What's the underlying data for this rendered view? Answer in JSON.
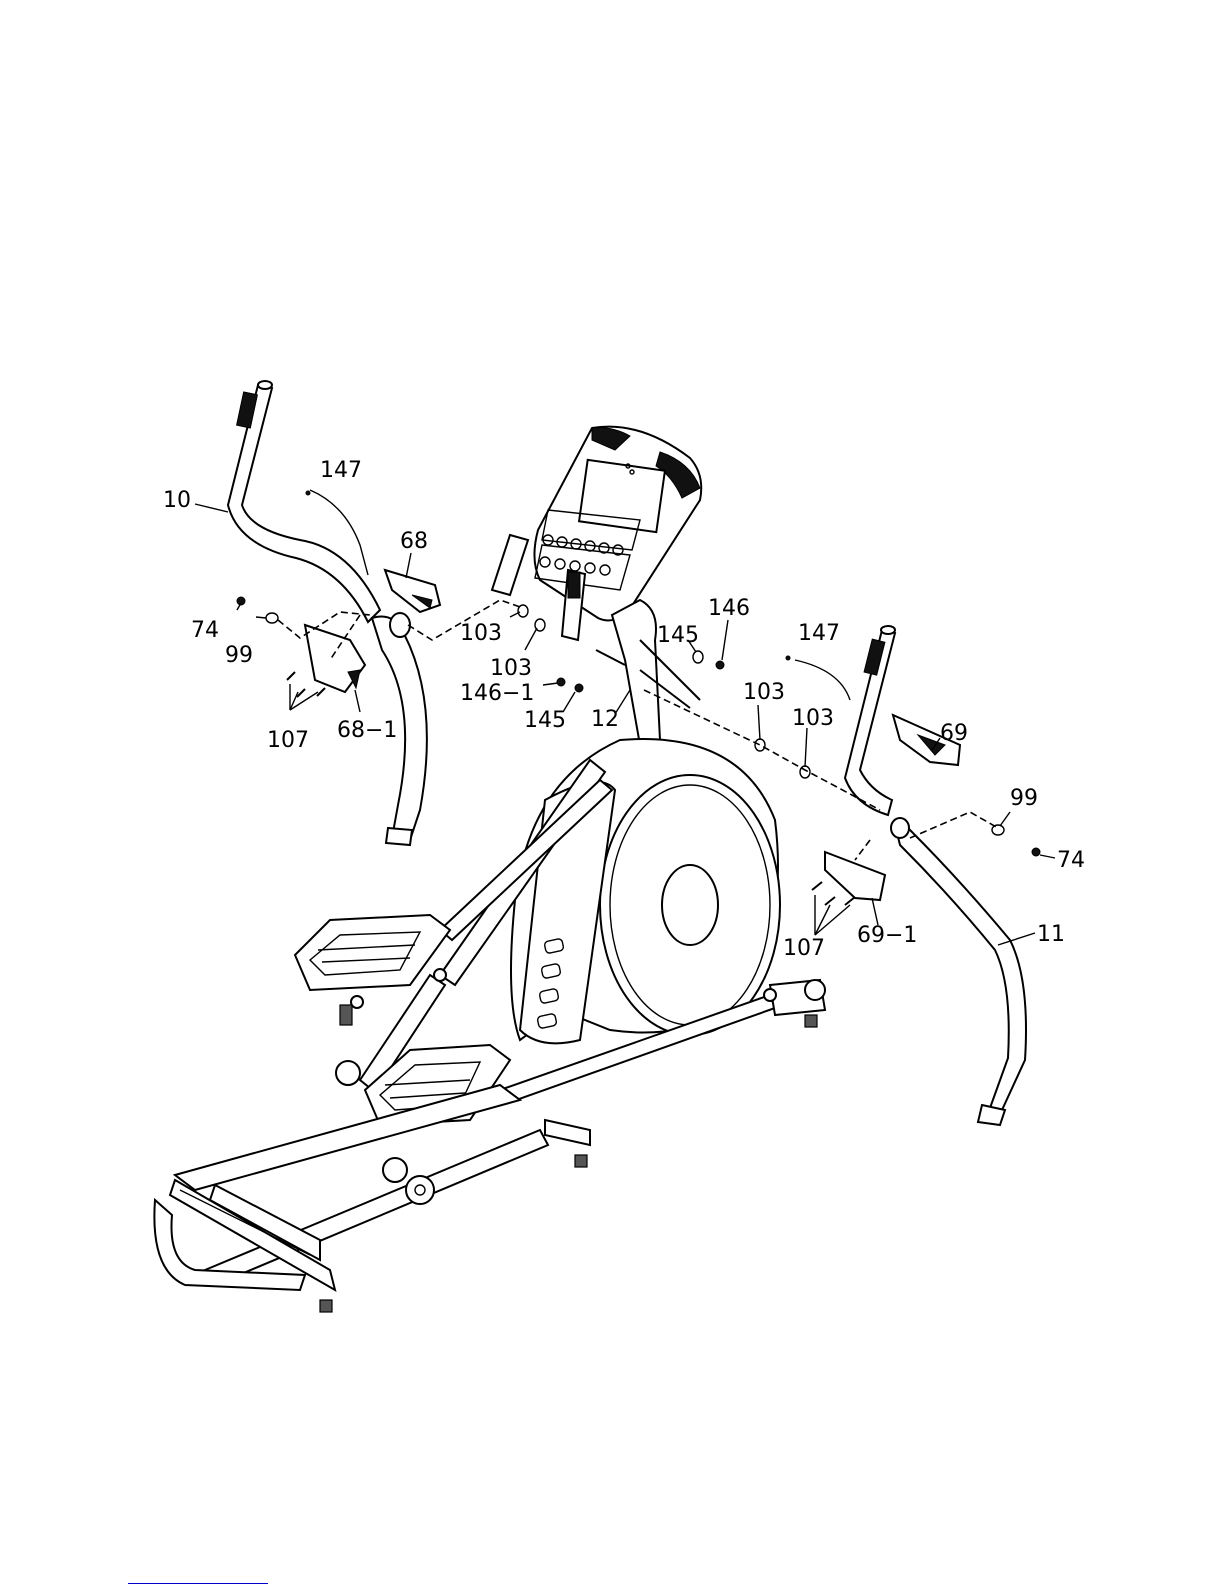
{
  "labels": {
    "p10": "10",
    "p147_left": "147",
    "p68": "68",
    "p74_left": "74",
    "p99_left": "99",
    "p103_a": "103",
    "p103_b": "103",
    "p107_left": "107",
    "p68_1": "68−1",
    "p146_1": "146−1",
    "p145_a": "145",
    "p145_b": "145",
    "p146": "146",
    "p12": "12",
    "p147_right": "147",
    "p103_c": "103",
    "p103_d": "103",
    "p69": "69",
    "p99_right": "99",
    "p74_right": "74",
    "p107_right": "107",
    "p69_1": "69−1",
    "p11": "11"
  }
}
